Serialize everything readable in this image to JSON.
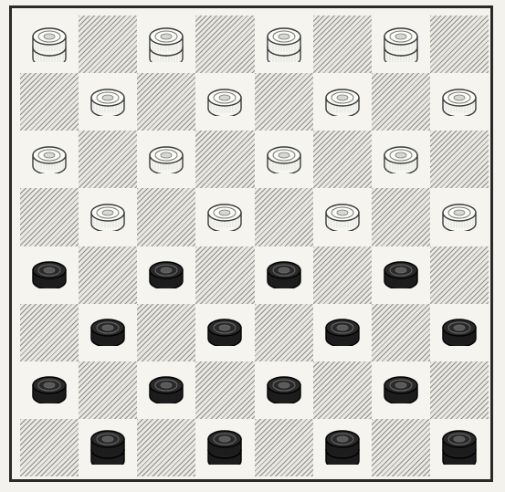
{
  "board": {
    "size": 8,
    "colors": {
      "light_square": "#f5f4ef",
      "dark_square_hatch": "#8d8d8d",
      "white_piece": "#f6f6f2",
      "black_piece": "#1e1e1e",
      "frame": "#2a2a2a"
    },
    "pieces": [
      {
        "row": 0,
        "col": 0,
        "color": "white",
        "king": true
      },
      {
        "row": 0,
        "col": 2,
        "color": "white",
        "king": true
      },
      {
        "row": 0,
        "col": 4,
        "color": "white",
        "king": true
      },
      {
        "row": 0,
        "col": 6,
        "color": "white",
        "king": true
      },
      {
        "row": 1,
        "col": 1,
        "color": "white",
        "king": false
      },
      {
        "row": 1,
        "col": 3,
        "color": "white",
        "king": false
      },
      {
        "row": 1,
        "col": 5,
        "color": "white",
        "king": false
      },
      {
        "row": 1,
        "col": 7,
        "color": "white",
        "king": false
      },
      {
        "row": 2,
        "col": 0,
        "color": "white",
        "king": false
      },
      {
        "row": 2,
        "col": 2,
        "color": "white",
        "king": false
      },
      {
        "row": 2,
        "col": 4,
        "color": "white",
        "king": false
      },
      {
        "row": 2,
        "col": 6,
        "color": "white",
        "king": false
      },
      {
        "row": 3,
        "col": 1,
        "color": "white",
        "king": false
      },
      {
        "row": 3,
        "col": 3,
        "color": "white",
        "king": false
      },
      {
        "row": 3,
        "col": 5,
        "color": "white",
        "king": false
      },
      {
        "row": 3,
        "col": 7,
        "color": "white",
        "king": false
      },
      {
        "row": 4,
        "col": 0,
        "color": "black",
        "king": false
      },
      {
        "row": 4,
        "col": 2,
        "color": "black",
        "king": false
      },
      {
        "row": 4,
        "col": 4,
        "color": "black",
        "king": false
      },
      {
        "row": 4,
        "col": 6,
        "color": "black",
        "king": false
      },
      {
        "row": 5,
        "col": 1,
        "color": "black",
        "king": false
      },
      {
        "row": 5,
        "col": 3,
        "color": "black",
        "king": false
      },
      {
        "row": 5,
        "col": 5,
        "color": "black",
        "king": false
      },
      {
        "row": 5,
        "col": 7,
        "color": "black",
        "king": false
      },
      {
        "row": 6,
        "col": 0,
        "color": "black",
        "king": false
      },
      {
        "row": 6,
        "col": 2,
        "color": "black",
        "king": false
      },
      {
        "row": 6,
        "col": 4,
        "color": "black",
        "king": false
      },
      {
        "row": 6,
        "col": 6,
        "color": "black",
        "king": false
      },
      {
        "row": 7,
        "col": 1,
        "color": "black",
        "king": true
      },
      {
        "row": 7,
        "col": 3,
        "color": "black",
        "king": true
      },
      {
        "row": 7,
        "col": 5,
        "color": "black",
        "king": true
      },
      {
        "row": 7,
        "col": 7,
        "color": "black",
        "king": true
      }
    ]
  }
}
